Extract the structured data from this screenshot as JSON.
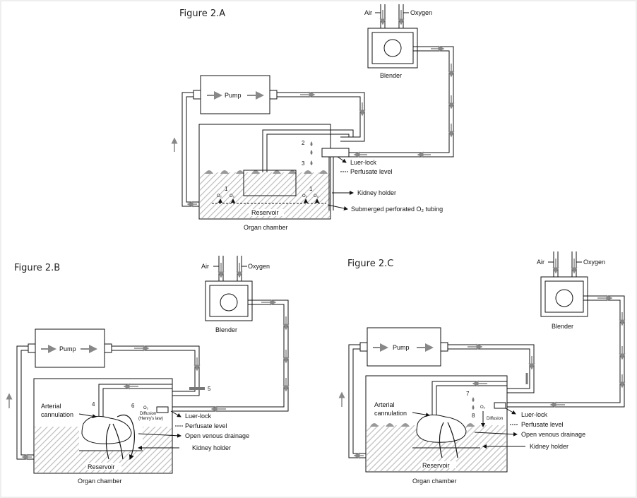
{
  "figures": [
    {
      "title": "Figure 2.A",
      "labels": {
        "air": "Air",
        "oxygen": "Oxygen",
        "blender": "Blender",
        "pump": "Pump",
        "luer_lock": "Luer-lock",
        "perfusate_level": "Perfusate level",
        "kidney_holder": "Kidney holder",
        "submerged_tubing": "Submerged perforated O₂ tubing",
        "reservoir": "Reservoir",
        "organ_chamber": "Organ chamber",
        "o2": "O₂",
        "n1": "1",
        "n2": "2",
        "n3": "3"
      }
    },
    {
      "title": "Figure 2.B",
      "labels": {
        "air": "Air",
        "oxygen": "Oxygen",
        "blender": "Blender",
        "pump": "Pump",
        "arterial_cannulation_1": "Arterial",
        "arterial_cannulation_2": "cannulation",
        "luer_lock": "Luer-lock",
        "perfusate_level": "Perfusate level",
        "open_venous_drainage": "Open venous drainage",
        "kidney_holder": "Kidney holder",
        "reservoir": "Reservoir",
        "organ_chamber": "Organ chamber",
        "diffusion": "Diffusion",
        "henrys_law": "(Henry's law)",
        "o2": "O₂",
        "n4": "4",
        "n5": "5",
        "n6": "6"
      }
    },
    {
      "title": "Figure 2.C",
      "labels": {
        "air": "Air",
        "oxygen": "Oxygen",
        "blender": "Blender",
        "pump": "Pump",
        "arterial_cannulation_1": "Arterial",
        "arterial_cannulation_2": "cannulation",
        "luer_lock": "Luer-lock",
        "perfusate_level": "Perfusate level",
        "open_venous_drainage": "Open venous drainage",
        "kidney_holder": "Kidney holder",
        "reservoir": "Reservoir",
        "organ_chamber": "Organ chamber",
        "diffusion": "Diffusion",
        "o2": "O₂",
        "n7": "7",
        "n8": "8"
      }
    }
  ],
  "colors": {
    "line": "#111111",
    "arrow": "#888888",
    "hatch": "#bbbbbb",
    "liquid": "#9a9a9a"
  }
}
